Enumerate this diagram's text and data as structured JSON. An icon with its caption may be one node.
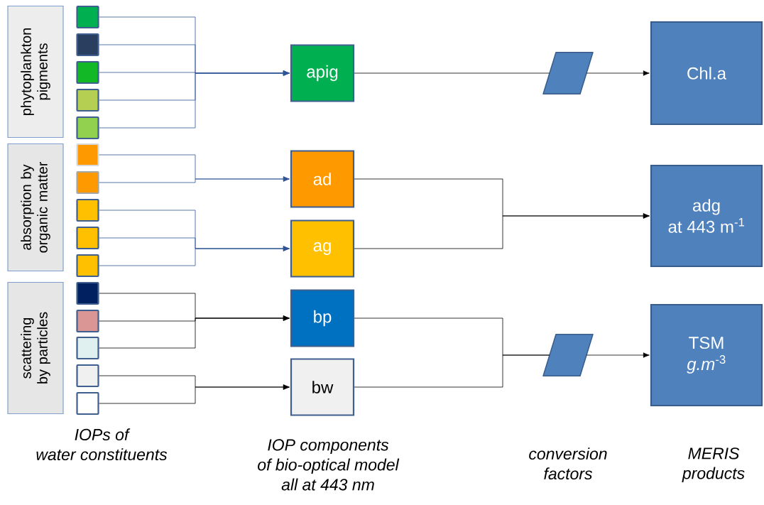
{
  "diagram": {
    "nodes": [
      {
        "text": [
          "phytoplankton pigments"
        ]
      },
      {
        "text": [
          "absorption by organic matter"
        ]
      },
      {
        "text": [
          "scattering by particles"
        ]
      },
      {
        "text": [],
        "shape": "box"
      },
      {
        "text": [],
        "shape": "box"
      },
      {
        "text": [],
        "shape": "box"
      },
      {
        "text": [],
        "shape": "box"
      },
      {
        "text": [],
        "shape": "box"
      },
      {
        "text": [],
        "shape": "box"
      },
      {
        "text": [],
        "shape": "box"
      },
      {
        "text": [],
        "shape": "box"
      },
      {
        "text": [],
        "shape": "box"
      },
      {
        "text": [],
        "shape": "box"
      },
      {
        "text": [],
        "shape": "box"
      },
      {
        "text": [],
        "shape": "box"
      },
      {
        "text": [],
        "shape": "box"
      },
      {
        "text": [],
        "shape": "box"
      },
      {
        "text": [],
        "shape": "box"
      },
      {
        "text": [
          "apig"
        ]
      },
      {
        "text": [
          "ad"
        ]
      },
      {
        "text": [
          "ag"
        ]
      },
      {
        "text": [
          "bp"
        ]
      },
      {
        "text": [
          "bw"
        ]
      },
      {
        "text": [],
        "shape": "parallelogram"
      },
      {
        "text": [],
        "shape": "parallelogram"
      },
      {
        "text": [
          "Chl.a"
        ]
      },
      {
        "text": [
          "adg",
          "at 443 m$^{-1}$"
        ]
      },
      {
        "text": [
          "TSM",
          "*g.m*$^{-3}$"
        ]
      }
    ],
    "edges": [
      {
        "from": 3,
        "to": 18,
        "arrow": "to",
        "color": "#2f5597"
      },
      {
        "from": 4,
        "to": 18,
        "arrow": "to",
        "color": "#2f5597"
      },
      {
        "from": 5,
        "to": 18,
        "arrow": "to",
        "color": "#2f5597"
      },
      {
        "from": 6,
        "to": 18,
        "arrow": "to",
        "color": "#2f5597"
      },
      {
        "from": 7,
        "to": 18,
        "arrow": "to",
        "color": "#2f5597"
      },
      {
        "from": 8,
        "to": 19,
        "arrow": "to",
        "color": "#2f5597"
      },
      {
        "from": 9,
        "to": 19,
        "arrow": "to",
        "color": "#2f5597"
      },
      {
        "from": 10,
        "to": 20,
        "arrow": "to",
        "color": "#2f5597"
      },
      {
        "from": 11,
        "to": 20,
        "arrow": "to",
        "color": "#2f5597"
      },
      {
        "from": 12,
        "to": 20,
        "arrow": "to",
        "color": "#2f5597"
      },
      {
        "from": 13,
        "to": 21,
        "arrow": "to"
      },
      {
        "from": 14,
        "to": 21,
        "arrow": "to"
      },
      {
        "from": 15,
        "to": 21,
        "arrow": "to"
      },
      {
        "from": 16,
        "to": 22,
        "arrow": "to"
      },
      {
        "from": 17,
        "to": 22,
        "arrow": "to"
      },
      {
        "from": 18,
        "to": 23,
        "arrow": "none"
      },
      {
        "from": 23,
        "to": 25,
        "arrow": "to"
      },
      {
        "from": 19,
        "to": 26,
        "arrow": "to"
      },
      {
        "from": 20,
        "to": 26,
        "arrow": "to"
      },
      {
        "from": 21,
        "to": 24,
        "arrow": "none"
      },
      {
        "from": 22,
        "to": 24,
        "arrow": "none"
      },
      {
        "from": 24,
        "to": 27,
        "arrow": "to"
      }
    ],
    "labels": [
      "IOPs of water constituents",
      "IOP components of bio-optical model all at 443 nm",
      "conversion factors",
      "MERIS products"
    ]
  }
}
